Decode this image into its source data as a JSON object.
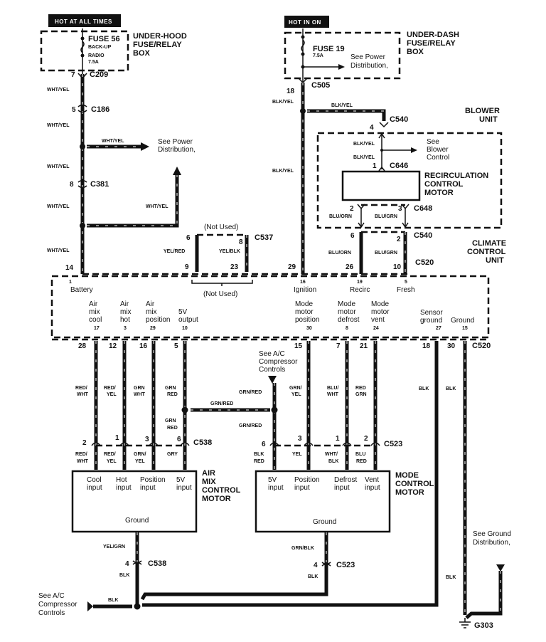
{
  "diagram": {
    "power_sources": {
      "hot_at_all_times": "HOT AT ALL TIMES",
      "hot_in_on": "HOT IN ON"
    },
    "under_hood_box": {
      "title": [
        "UNDER-HOOD",
        "FUSE/RELAY",
        "BOX"
      ],
      "fuse": "FUSE 56",
      "fuse_desc": [
        "BACK-UP",
        "RADIO",
        "7.5A"
      ]
    },
    "under_dash_box": {
      "title": [
        "UNDER-DASH",
        "FUSE/RELAY",
        "BOX"
      ],
      "fuse": "FUSE 19",
      "fuse_rating": "7.5A",
      "see": [
        "See Power",
        "Distribution,"
      ]
    },
    "left_harness": {
      "c209_pin": "7",
      "c209": "C209",
      "c186_pin": "5",
      "c186": "C186",
      "c381_pin": "8",
      "c381": "C381",
      "wire": "WHT/YEL",
      "see_power": [
        "See Power",
        "Distribution,"
      ],
      "ccu_pin": "14"
    },
    "c537": {
      "name": "C537",
      "not_used": "(Not Used)",
      "pin_a_top": "6",
      "pin_b_top": "8",
      "wire_a": "YEL/RED",
      "wire_b": "YEL/BLK",
      "pin_a_bottom": "9",
      "pin_b_bottom": "23"
    },
    "ignition_feed": {
      "c505_pin": "18",
      "c505": "C505",
      "wire": "BLK/YEL",
      "ccu_pin": "29"
    },
    "blower_unit": {
      "title": [
        "BLOWER",
        "UNIT"
      ],
      "c540_top_pin": "4",
      "c540": "C540",
      "wire": "BLK/YEL",
      "see": [
        "See",
        "Blower",
        "Control"
      ],
      "c646_pin": "1",
      "c646": "C646",
      "motor_title": [
        "RECIRCULATION",
        "CONTROL",
        "MOTOR"
      ],
      "c648": "C648",
      "pin2": "2",
      "pin3": "3",
      "wire2": "BLU/ORN",
      "wire3": "BLU/GRN"
    },
    "c540_lower": {
      "name": "C540",
      "pin6": "6",
      "pin2": "2",
      "wire6": "BLU/ORN",
      "wire2": "BLU/GRN"
    },
    "climate_control_unit": {
      "title": [
        "CLIMATE",
        "CONTROL",
        "UNIT"
      ],
      "c520": "C520",
      "top_pins": [
        "26",
        "10"
      ],
      "terminals_top": [
        {
          "pin": "1",
          "label": "Battery"
        },
        {
          "pin": "16",
          "label": "Ignition"
        },
        {
          "pin": "19",
          "label": "Recirc"
        },
        {
          "pin": "5",
          "label": "Fresh"
        }
      ],
      "not_used": "(Not Used)",
      "terminals_bottom": [
        {
          "pin": "17",
          "label": [
            "Air",
            "mix",
            "cool"
          ]
        },
        {
          "pin": "3",
          "label": [
            "Air",
            "mix",
            "hot"
          ]
        },
        {
          "pin": "29",
          "label": [
            "Air",
            "mix",
            "position"
          ]
        },
        {
          "pin": "10",
          "label": [
            "5V",
            "output"
          ]
        },
        {
          "pin": "30",
          "label": [
            "Mode",
            "motor",
            "position"
          ]
        },
        {
          "pin": "8",
          "label": [
            "Mode",
            "motor",
            "defrost"
          ]
        },
        {
          "pin": "24",
          "label": [
            "Mode",
            "motor",
            "vent"
          ]
        },
        {
          "pin": "27",
          "label": [
            "Sensor",
            "ground"
          ]
        },
        {
          "pin": "15",
          "label": [
            "Ground"
          ]
        }
      ],
      "c520_bottom_pins": [
        "28",
        "12",
        "16",
        "5",
        "15",
        "7",
        "21",
        "18",
        "30"
      ]
    },
    "air_mix_wires": {
      "upper": [
        [
          "RED/",
          "WHT"
        ],
        [
          "RED/",
          "YEL"
        ],
        [
          "GRN",
          "WHT"
        ],
        [
          "GRN",
          "RED"
        ]
      ],
      "splice_lower": [
        "GRN",
        "RED"
      ],
      "c538": "C538",
      "c538_pins": [
        "2",
        "1",
        "3",
        "6"
      ],
      "lower": [
        [
          "RED/",
          "WHT"
        ],
        [
          "RED/",
          "YEL"
        ],
        [
          "GRN/",
          "YEL"
        ],
        [
          "GRY"
        ]
      ],
      "splice_wire": "GRN/RED"
    },
    "ac_compressor_branch": {
      "see": [
        "See A/C",
        "Compressor",
        "Controls"
      ],
      "wire_top": "GRN/RED",
      "wire_bottom": "GRN/RED",
      "pin": "6",
      "lower_wire": [
        "BLK",
        "RED"
      ]
    },
    "mode_wires": {
      "upper": [
        [
          "GRN/",
          "YEL"
        ],
        [
          "BLU/",
          "WHT"
        ],
        [
          "RED",
          "GRN"
        ]
      ],
      "c523": "C523",
      "c523_pins": [
        "3",
        "1",
        "2"
      ],
      "lower": [
        [
          "YEL"
        ],
        [
          "WHT/",
          "BLK"
        ],
        [
          "BLU",
          "RED"
        ]
      ]
    },
    "ground_wires": {
      "wire18": "BLK",
      "wire30": "BLK"
    },
    "air_mix_motor": {
      "title": [
        "AIR",
        "MIX",
        "CONTROL",
        "MOTOR"
      ],
      "inputs": [
        [
          "Cool",
          "input"
        ],
        [
          "Hot",
          "input"
        ],
        [
          "Position",
          "input"
        ],
        [
          "5V",
          "input"
        ]
      ],
      "ground": "Ground",
      "ground_wire": "YEL/GRN",
      "c538_pin": "4",
      "c538": "C538",
      "blk": "BLK"
    },
    "mode_motor": {
      "title": [
        "MODE",
        "CONTROL",
        "MOTOR"
      ],
      "inputs": [
        [
          "5V",
          "input"
        ],
        [
          "Position",
          "input"
        ],
        [
          "Defrost",
          "input"
        ],
        [
          "Vent",
          "input"
        ]
      ],
      "ground": "Ground",
      "ground_wire": "GRN/BLK",
      "c523_pin": "4",
      "c523": "C523",
      "blk": "BLK"
    },
    "bottom": {
      "see_ac": [
        "See A/C",
        "Compressor",
        "Controls"
      ],
      "blk": "BLK",
      "see_ground": [
        "See Ground",
        "Distribution,"
      ],
      "ground_wire": "BLK",
      "ground_point": "G303"
    }
  }
}
